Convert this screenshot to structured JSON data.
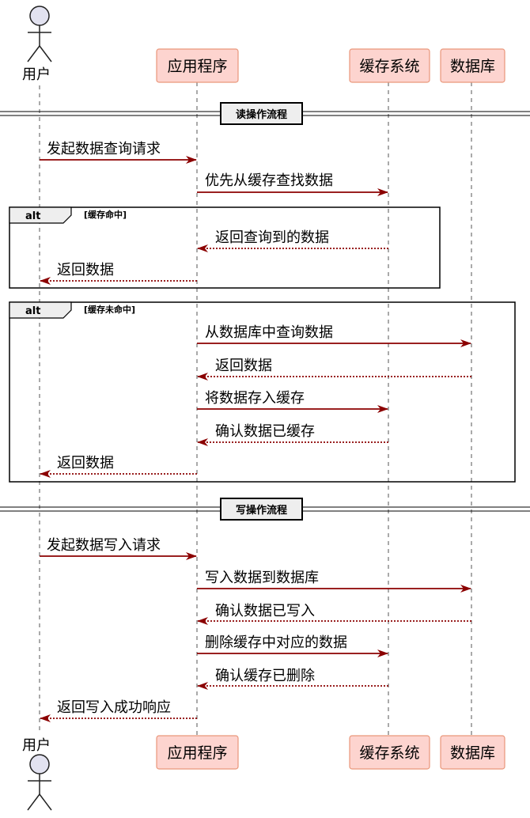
{
  "participants": [
    {
      "id": "user",
      "label": "用户",
      "kind": "actor"
    },
    {
      "id": "app",
      "label": "应用程序",
      "kind": "participant"
    },
    {
      "id": "cache",
      "label": "缓存系统",
      "kind": "participant"
    },
    {
      "id": "db",
      "label": "数据库",
      "kind": "participant"
    }
  ],
  "colors": {
    "participant_fill": "#fdd4cf",
    "participant_border": "#e9967a",
    "actor_fill": "#e2e2f0",
    "arrow": "#8b0000",
    "lifeline": "#555555",
    "frame": "#000000",
    "separator_box": "#eeeeee"
  },
  "separators": [
    {
      "label": "读操作流程"
    },
    {
      "label": "写操作流程"
    }
  ],
  "fragments": [
    {
      "operator": "alt",
      "guard": "[缓存命中]"
    },
    {
      "operator": "alt",
      "guard": "[缓存未命中]"
    }
  ],
  "messages": [
    {
      "from": "user",
      "to": "app",
      "label": "发起数据查询请求",
      "style": "solid"
    },
    {
      "from": "app",
      "to": "cache",
      "label": "优先从缓存查找数据",
      "style": "solid"
    },
    {
      "from": "cache",
      "to": "app",
      "label": "返回查询到的数据",
      "style": "dotted"
    },
    {
      "from": "app",
      "to": "user",
      "label": "返回数据",
      "style": "dotted"
    },
    {
      "from": "app",
      "to": "db",
      "label": "从数据库中查询数据",
      "style": "solid"
    },
    {
      "from": "db",
      "to": "app",
      "label": "返回数据",
      "style": "dotted"
    },
    {
      "from": "app",
      "to": "cache",
      "label": "将数据存入缓存",
      "style": "solid"
    },
    {
      "from": "cache",
      "to": "app",
      "label": "确认数据已缓存",
      "style": "dotted"
    },
    {
      "from": "app",
      "to": "user",
      "label": "返回数据",
      "style": "dotted"
    },
    {
      "from": "user",
      "to": "app",
      "label": "发起数据写入请求",
      "style": "solid"
    },
    {
      "from": "app",
      "to": "db",
      "label": "写入数据到数据库",
      "style": "solid"
    },
    {
      "from": "db",
      "to": "app",
      "label": "确认数据已写入",
      "style": "dotted"
    },
    {
      "from": "app",
      "to": "cache",
      "label": "删除缓存中对应的数据",
      "style": "solid"
    },
    {
      "from": "cache",
      "to": "app",
      "label": "确认缓存已删除",
      "style": "dotted"
    },
    {
      "from": "app",
      "to": "user",
      "label": "返回写入成功响应",
      "style": "dotted"
    }
  ]
}
